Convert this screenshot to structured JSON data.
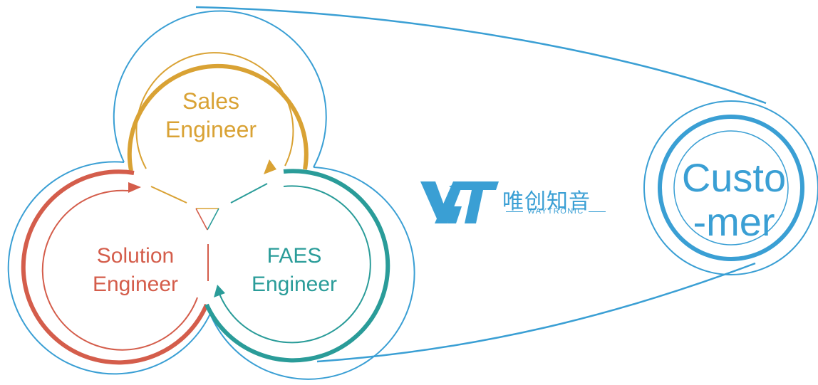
{
  "roles": {
    "sales": {
      "line1": "Sales",
      "line2": "Engineer",
      "color": "#d9a234"
    },
    "solution": {
      "line1": "Solution",
      "line2": "Engineer",
      "color": "#d45d4b"
    },
    "faes": {
      "line1": "FAES",
      "line2": "Engineer",
      "color": "#2a9c99"
    }
  },
  "customer": {
    "line1": "Custo",
    "line2": "-mer",
    "color": "#3a9fd4"
  },
  "brand": {
    "chinese_name": "唯创知音",
    "english_name": "WAYTRONIC",
    "color": "#3a9fd4"
  },
  "outline_color": "#3a9fd4"
}
